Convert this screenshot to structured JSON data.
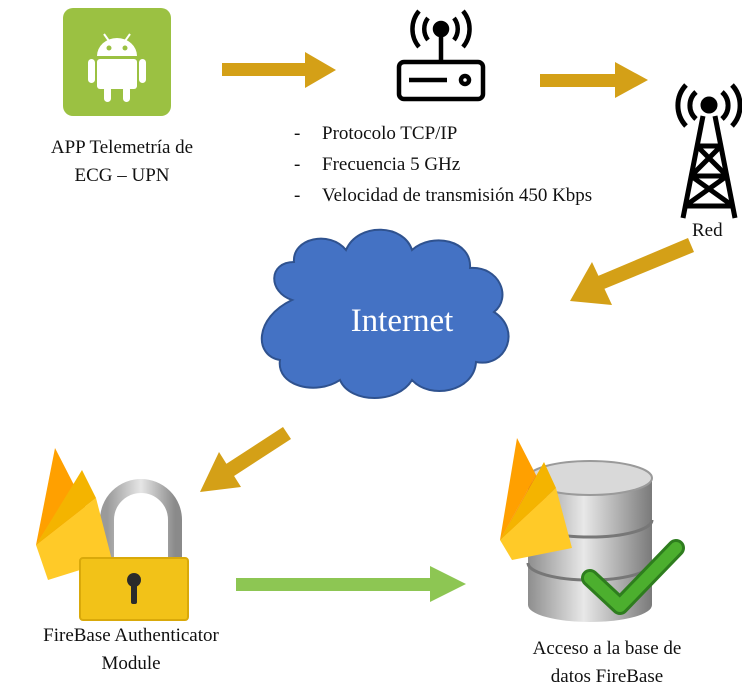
{
  "nodes": {
    "app": {
      "label_line1": "APP Telemetría de",
      "label_line2": "ECG – UPN",
      "icon": "android-icon",
      "color": "#9BC142"
    },
    "router": {
      "icon": "wifi-router-icon",
      "specs": [
        "Protocolo TCP/IP",
        "Frecuencia 5 GHz",
        "Velocidad de transmisión 450 Kbps"
      ]
    },
    "tower": {
      "icon": "radio-tower-icon",
      "label": "Red"
    },
    "internet": {
      "label": "Internet",
      "icon": "cloud-icon",
      "color": "#4472C4"
    },
    "auth": {
      "label_line1": "FireBase Authenticator",
      "label_line2": "Module",
      "icon": "firebase-padlock-icon"
    },
    "db": {
      "label_line1": "Acceso a la base de",
      "label_line2": "datos FireBase",
      "icon": "firebase-database-check-icon"
    }
  },
  "colors": {
    "arrow_flow": "#D4A017",
    "arrow_access": "#8DC653",
    "lock_body": "#F2C218",
    "check": "#4CAF2E"
  }
}
